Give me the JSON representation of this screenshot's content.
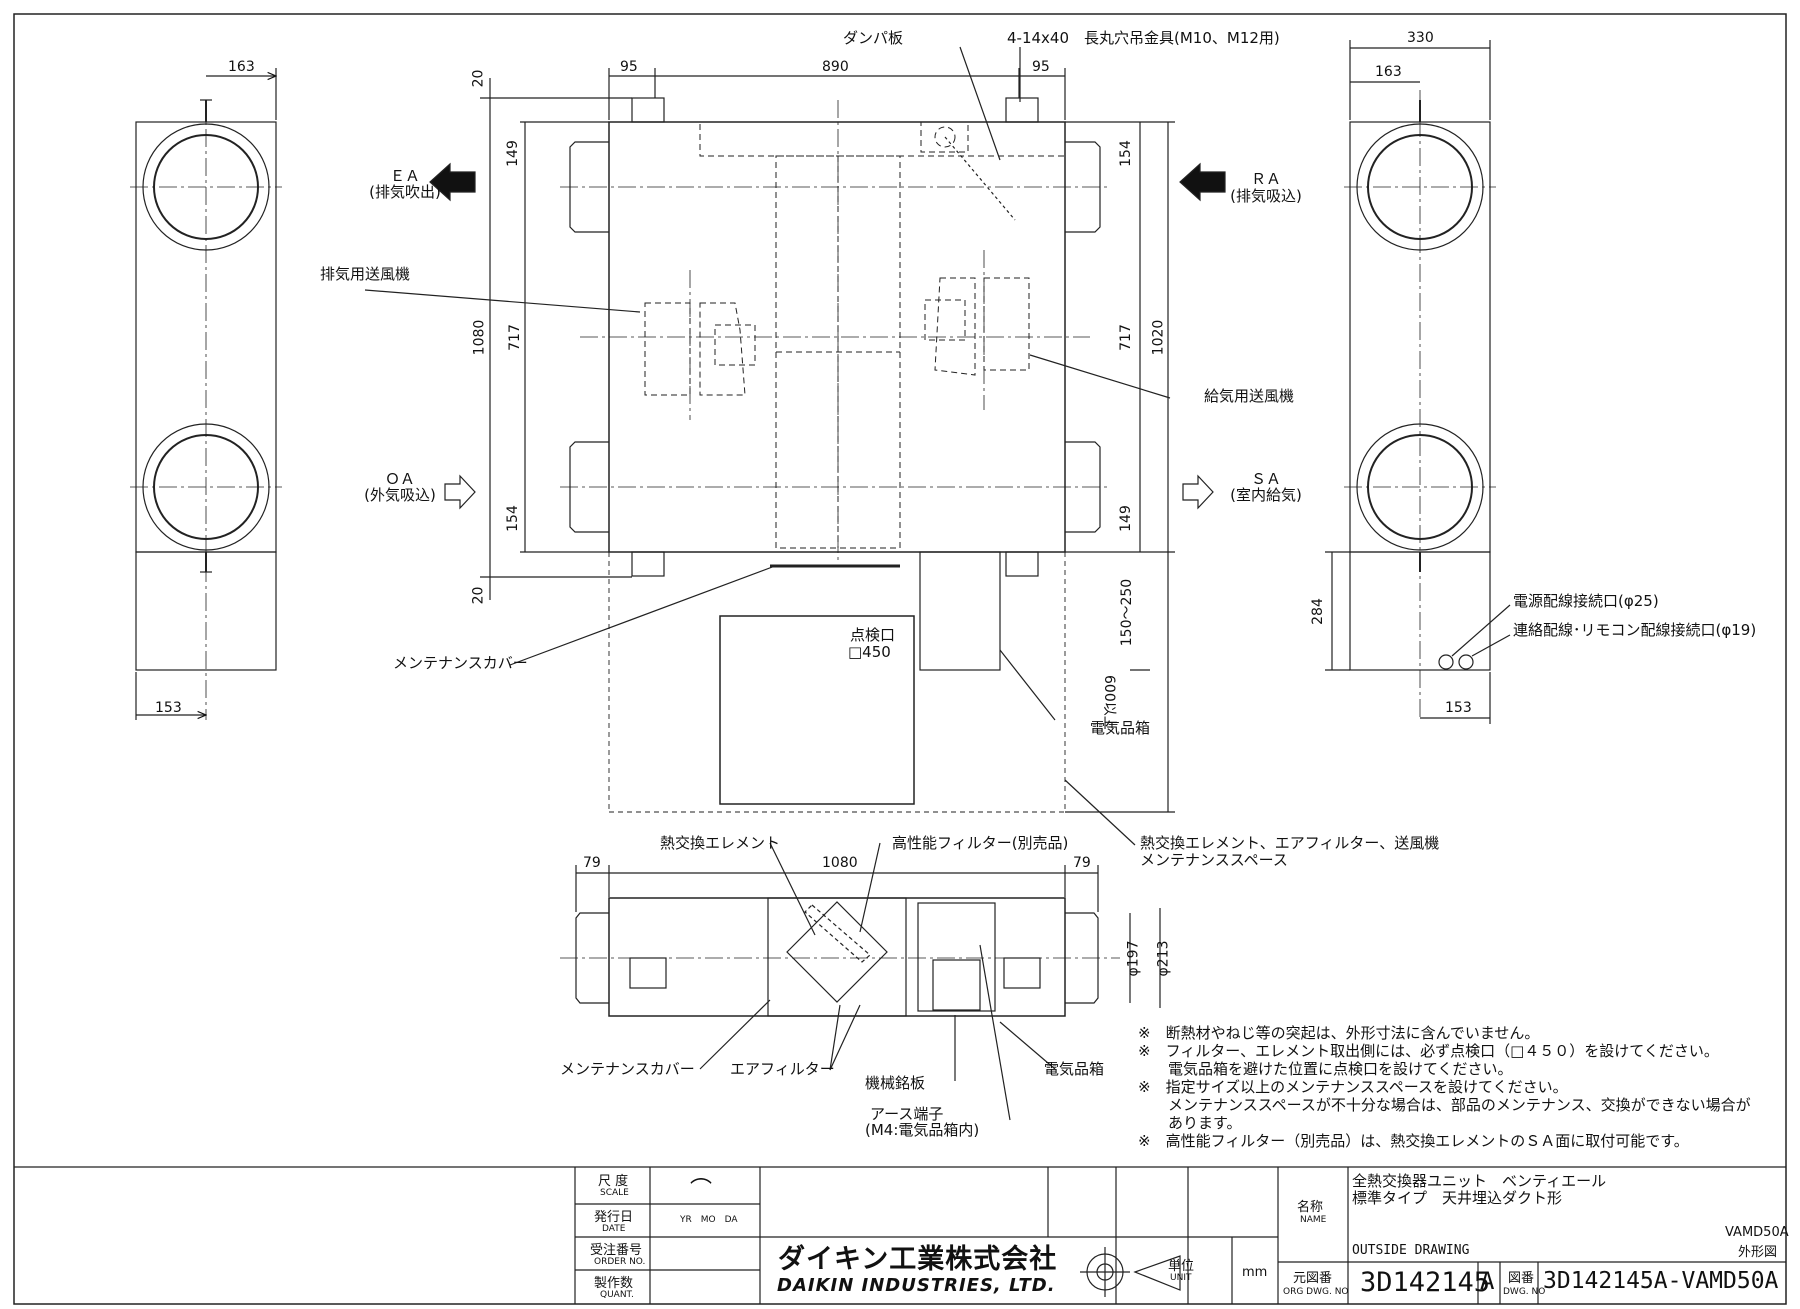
{
  "views": {
    "left": {
      "dim_top": "163",
      "dim_bottom": "153"
    },
    "plan": {
      "dim_95_left": "95",
      "dim_890": "890",
      "dim_95_right": "95",
      "dim_20_top": "20",
      "dim_20_bottom": "20",
      "dim_1080": "1080",
      "dim_149_tl": "149",
      "dim_717_l": "717",
      "dim_154_bl": "154",
      "dim_154_tr": "154",
      "dim_717_r": "717",
      "dim_1020": "1020",
      "dim_149_br": "149",
      "dim_150_250": "150～250",
      "dim_600": "600以上"
    },
    "right": {
      "dim_330": "330",
      "dim_163": "163",
      "dim_284": "284",
      "dim_153": "153"
    },
    "bottom": {
      "dim_79_l": "79",
      "dim_1080": "1080",
      "dim_79_r": "79",
      "dim_197": "φ197",
      "dim_213": "φ213"
    }
  },
  "labels": {
    "damper": "ダンパ板",
    "hanger": "4-14x40　長丸穴吊金具(M10、M12用)",
    "ea_code": "ＥＡ",
    "ea_name": "(排気吹出)",
    "ra_code": "ＲＡ",
    "ra_name": "(排気吸込)",
    "oa_code": "ＯＡ",
    "oa_name": "(外気吸込)",
    "sa_code": "ＳＡ",
    "sa_name": "(室内給気)",
    "exhaust_fan": "排気用送風機",
    "supply_fan": "給気用送風機",
    "maint_cover": "メンテナンスカバー",
    "inspection": "点検口",
    "inspection_size": "□450",
    "elec_box": "電気品箱",
    "maint_space_1": "熱交換エレメント、エアフィルター、送風機",
    "maint_space_2": "メンテナンススペース",
    "power_port": "電源配線接続口(φ25)",
    "comm_port": "連絡配線･リモコン配線接続口(φ19)",
    "hx_element": "熱交換エレメント",
    "hp_filter": "高性能フィルター(別売品)",
    "maint_cover_2": "メンテナンスカバー",
    "air_filter": "エアフィルター",
    "nameplate": "機械銘板",
    "elec_box_2": "電気品箱",
    "earth_1": "アース端子",
    "earth_2": "(M4:電気品箱内)"
  },
  "notes": [
    "※　断熱材やねじ等の突起は、外形寸法に含んでいません。",
    "※　フィルター、エレメント取出側には、必ず点検口（□４５０）を設けてください。",
    "　　電気品箱を避けた位置に点検口を設けてください。",
    "※　指定サイズ以上のメンテナンススペースを設けてください。",
    "　　メンテナンススペースが不十分な場合は、部品のメンテナンス、交換ができない場合が",
    "　　あります。",
    "※　高性能フィルター（別売品）は、熱交換エレメントのＳＡ面に取付可能です。"
  ],
  "title_block": {
    "scale_jp": "尺 度",
    "scale_en": "SCALE",
    "scale_val": "⌒",
    "date_jp": "発行日",
    "date_en": "DATE",
    "date_val": "YR　MO　DA",
    "order_jp": "受注番号",
    "order_en": "ORDER NO.",
    "quant_jp": "製作数",
    "quant_en": "QUANT.",
    "company_jp": "ダイキン工業株式会社",
    "company_en": "DAIKIN INDUSTRIES, LTD.",
    "unit_jp": "単位",
    "unit_en": "UNIT",
    "unit_val": "mm",
    "name_jp": "名称",
    "name_en": "NAME",
    "product_1": "全熱交換器ユニット　ベンティエール",
    "product_2": "標準タイプ　天井埋込ダクト形",
    "model": "VAMD50A",
    "drawing_jp": "外形図",
    "outside_drawing": "OUTSIDE DRAWING",
    "org_jp": "元図番",
    "org_en": "ORG DWG. NO",
    "org_no": "3D142145",
    "rev": "A",
    "dwg_jp": "図番",
    "dwg_en": "DWG. NO",
    "dwg_no": "3D142145A-VAMD50A"
  }
}
